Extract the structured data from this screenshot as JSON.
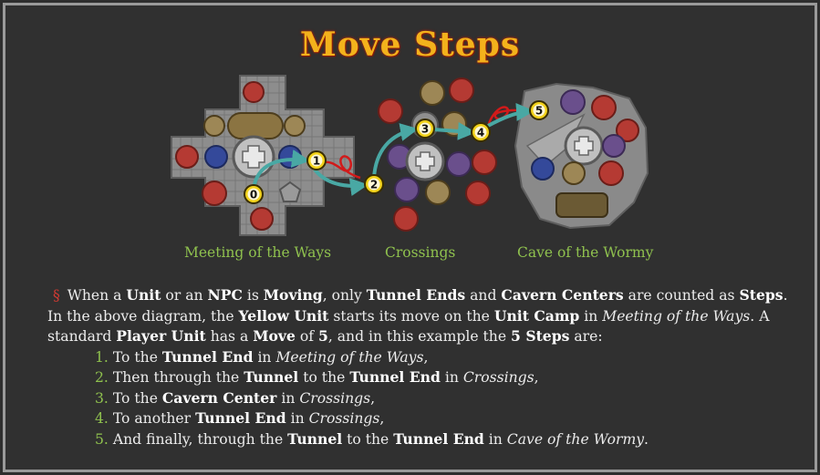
{
  "title": "Move Steps",
  "map_labels": {
    "left": "Meeting of the Ways",
    "middle": "Crossings",
    "right": "Cave of the Wormy"
  },
  "steps_markers": [
    "0",
    "1",
    "2",
    "3",
    "4",
    "5"
  ],
  "paragraph": {
    "symbol": "§",
    "t1": "When a ",
    "b1": "Unit",
    "t2": " or an ",
    "b2": "NPC",
    "t3": " is ",
    "b3": "Moving",
    "t4": ", only ",
    "b4": "Tunnel Ends",
    "t5": " and ",
    "b5": "Cavern Centers",
    "t6": " are counted as ",
    "b6": "Steps",
    "t7": ". In the above diagram, the ",
    "b7": "Yellow Unit",
    "t8": " starts its move on the ",
    "b8": "Unit Camp",
    "t9": " in ",
    "i1": "Meeting of the Ways",
    "t10": ". A standard ",
    "b9": "Player Unit",
    "t11": " has a ",
    "b10": "Move",
    "t12": " of ",
    "b11": "5",
    "t13": ", and in this example the ",
    "b12": "5 Steps",
    "t14": " are:"
  },
  "steps": [
    {
      "num": "1.",
      "a": " To the ",
      "b": "Tunnel End",
      "c": " in ",
      "i": "Meeting of the Ways",
      "d": ","
    },
    {
      "num": "2.",
      "a": " Then through the ",
      "b": "Tunnel",
      "c": " to the ",
      "b2": "Tunnel End",
      "c2": " in ",
      "i": "Crossings",
      "d": ","
    },
    {
      "num": "3.",
      "a": " To the ",
      "b": "Cavern Center",
      "c": " in ",
      "i": "Crossings",
      "d": ","
    },
    {
      "num": "4.",
      "a": " To another ",
      "b": "Tunnel End",
      "c": " in ",
      "i": "Crossings",
      "d": ","
    },
    {
      "num": "5.",
      "a": " And finally, through the ",
      "b": "Tunnel",
      "c": " to the ",
      "b2": "Tunnel End",
      "c2": " in ",
      "i": "Cave of the Wormy",
      "d": "."
    }
  ],
  "colors": {
    "title": "#f3b21c",
    "label_green": "#8fc14e",
    "section_red": "#d23a32",
    "arrow_teal": "#49a8a4",
    "loop_red": "#d11a1a",
    "marker_yellow": "#f2d21a"
  }
}
